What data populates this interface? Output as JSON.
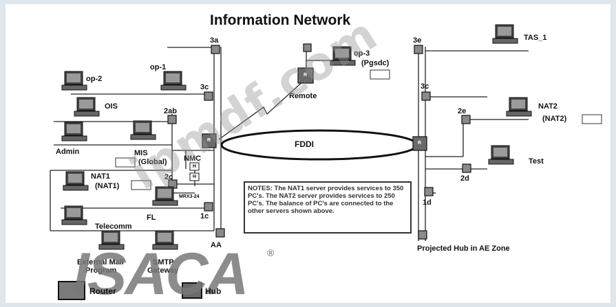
{
  "title": "Information Network",
  "fddi": "FDDI",
  "labels": {
    "n3a": "3a",
    "n3e": "3e",
    "n3c": "3c",
    "n3c_r": "3c",
    "n2ab": "2ab",
    "n2c": "2c",
    "n2e": "2e",
    "n2d": "2d",
    "n1d": "1d",
    "n1c": "1c",
    "op2": "op-2",
    "op1": "op-1",
    "op3": "op-3",
    "pgsdc": "(Pgsdc)",
    "ois": "OIS",
    "admin": "Admin",
    "mis": "MIS",
    "mis_global": "(Global)",
    "nmc": "NMC",
    "nat1": "NAT1",
    "nat1_paren": "(NAT1)",
    "mrx": "MRX3-24",
    "fl": "FL",
    "telecomm": "Telecomm",
    "remote": "Remote",
    "tas1": "TAS_1",
    "nat2": "NAT2",
    "nat2_paren": "(NAT2)",
    "test": "Test",
    "aa": "AA",
    "projected_hub": "Projected Hub in AE Zone",
    "ext_mail_1": "External Mail",
    "ext_mail_2": "Program",
    "smtp_1": "SMTP",
    "smtp_2": "Gateway",
    "router_icon_letter": "R",
    "hub_icon_letter": "H"
  },
  "notes": "NOTES: The NAT1 server provides services to 350 PC's. The NAT2 server provides services to 250 PC's. The balance of PC's are connected to the other servers shown above.",
  "legend": {
    "router": "Router",
    "hub": "Hub"
  },
  "watermark": {
    "text": "ipmdf.com",
    "brand": "ISACA",
    "registered": "®"
  }
}
